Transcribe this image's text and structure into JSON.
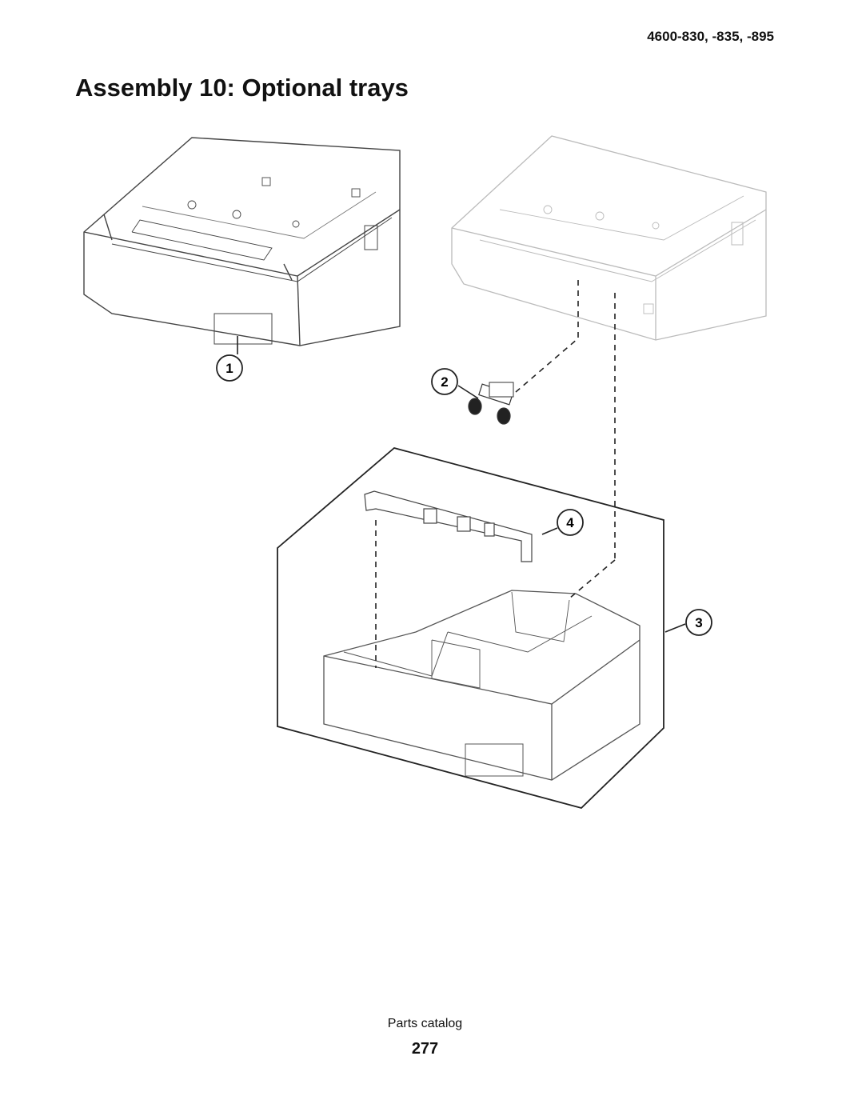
{
  "header": {
    "model": "4600-830, -835, -895"
  },
  "page_title": "Assembly 10: Optional trays",
  "callouts": [
    "1",
    "2",
    "3",
    "4"
  ],
  "footer": {
    "label": "Parts catalog",
    "page_number": "277"
  }
}
